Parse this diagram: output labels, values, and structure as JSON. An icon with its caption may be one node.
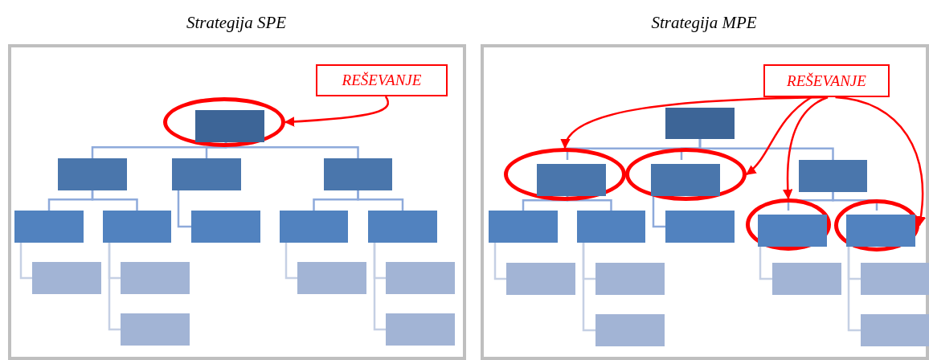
{
  "diagram": {
    "nodes": [
      {
        "text": [
          "Strategija SPE"
        ]
      },
      {
        "text": [
          "REŠEVANJE"
        ],
        "in": 0
      },
      {
        "text": [],
        "shape": "ellipse",
        "in": 0
      },
      {
        "text": [],
        "shape": "box",
        "in": 2
      },
      {
        "text": [],
        "shape": "box",
        "in": 0
      },
      {
        "text": [],
        "shape": "box",
        "in": 0
      },
      {
        "text": [],
        "shape": "box",
        "in": 0
      },
      {
        "text": [],
        "shape": "box",
        "in": 0
      },
      {
        "text": [],
        "shape": "box",
        "in": 0
      },
      {
        "text": [],
        "shape": "box",
        "in": 0
      },
      {
        "text": [],
        "shape": "box",
        "in": 0
      },
      {
        "text": [],
        "shape": "box",
        "in": 0
      },
      {
        "text": [],
        "shape": "box",
        "in": 0
      },
      {
        "text": [],
        "shape": "box",
        "in": 0
      },
      {
        "text": [],
        "shape": "box",
        "in": 0
      },
      {
        "text": [],
        "shape": "box",
        "in": 0
      },
      {
        "text": [],
        "shape": "box",
        "in": 0
      },
      {
        "text": [],
        "shape": "box",
        "in": 0
      },
      {
        "text": [
          "Strategija MPE"
        ]
      },
      {
        "text": [
          "REŠEVANJE"
        ],
        "in": 18
      },
      {
        "text": [],
        "shape": "box",
        "in": 18
      },
      {
        "text": [],
        "shape": "ellipse",
        "in": 18
      },
      {
        "text": [],
        "shape": "box",
        "in": 21
      },
      {
        "text": [],
        "shape": "ellipse",
        "in": 18
      },
      {
        "text": [],
        "shape": "box",
        "in": 23
      },
      {
        "text": [],
        "shape": "box",
        "in": 18
      },
      {
        "text": [],
        "shape": "box",
        "in": 18
      },
      {
        "text": [],
        "shape": "box",
        "in": 18
      },
      {
        "text": [],
        "shape": "box",
        "in": 18
      },
      {
        "text": [],
        "shape": "ellipse",
        "in": 18
      },
      {
        "text": [],
        "shape": "box",
        "in": 29
      },
      {
        "text": [],
        "shape": "ellipse",
        "in": 18
      },
      {
        "text": [],
        "shape": "box",
        "in": 31
      },
      {
        "text": [],
        "shape": "box",
        "in": 18
      },
      {
        "text": [],
        "shape": "box",
        "in": 18
      },
      {
        "text": [],
        "shape": "box",
        "in": 18
      },
      {
        "text": [],
        "shape": "box",
        "in": 18
      },
      {
        "text": [],
        "shape": "box",
        "in": 18
      },
      {
        "text": [],
        "shape": "box",
        "in": 18
      }
    ],
    "edges": [
      {
        "from": 3,
        "to": 4,
        "arrow": "none"
      },
      {
        "from": 3,
        "to": 5,
        "arrow": "none"
      },
      {
        "from": 3,
        "to": 6,
        "arrow": "none"
      },
      {
        "from": 4,
        "to": 7,
        "arrow": "none"
      },
      {
        "from": 4,
        "to": 8,
        "arrow": "none"
      },
      {
        "from": 5,
        "to": 9,
        "arrow": "none"
      },
      {
        "from": 6,
        "to": 10,
        "arrow": "none"
      },
      {
        "from": 6,
        "to": 11,
        "arrow": "none"
      },
      {
        "from": 7,
        "to": 12,
        "arrow": "none",
        "color": "#c5d0e4"
      },
      {
        "from": 8,
        "to": 13,
        "arrow": "none",
        "color": "#c5d0e4"
      },
      {
        "from": 8,
        "to": 14,
        "arrow": "none",
        "color": "#c5d0e4"
      },
      {
        "from": 10,
        "to": 15,
        "arrow": "none",
        "color": "#c5d0e4"
      },
      {
        "from": 11,
        "to": 16,
        "arrow": "none",
        "color": "#c5d0e4"
      },
      {
        "from": 11,
        "to": 17,
        "arrow": "none",
        "color": "#c5d0e4"
      },
      {
        "from": 1,
        "to": 2,
        "arrow": "to",
        "color": "#ff0000"
      },
      {
        "from": 20,
        "to": 22,
        "arrow": "none"
      },
      {
        "from": 20,
        "to": 24,
        "arrow": "none"
      },
      {
        "from": 20,
        "to": 25,
        "arrow": "none"
      },
      {
        "from": 22,
        "to": 26,
        "arrow": "none"
      },
      {
        "from": 22,
        "to": 27,
        "arrow": "none"
      },
      {
        "from": 24,
        "to": 28,
        "arrow": "none"
      },
      {
        "from": 25,
        "to": 30,
        "arrow": "none"
      },
      {
        "from": 25,
        "to": 32,
        "arrow": "none"
      },
      {
        "from": 26,
        "to": 33,
        "arrow": "none",
        "color": "#c5d0e4"
      },
      {
        "from": 27,
        "to": 34,
        "arrow": "none",
        "color": "#c5d0e4"
      },
      {
        "from": 27,
        "to": 35,
        "arrow": "none",
        "color": "#c5d0e4"
      },
      {
        "from": 30,
        "to": 36,
        "arrow": "none",
        "color": "#c5d0e4"
      },
      {
        "from": 32,
        "to": 37,
        "arrow": "none",
        "color": "#c5d0e4"
      },
      {
        "from": 32,
        "to": 38,
        "arrow": "none",
        "color": "#c5d0e4"
      },
      {
        "from": 19,
        "to": 21,
        "arrow": "to",
        "color": "#ff0000"
      },
      {
        "from": 19,
        "to": 23,
        "arrow": "to",
        "color": "#ff0000"
      },
      {
        "from": 19,
        "to": 29,
        "arrow": "to",
        "color": "#ff0000"
      },
      {
        "from": 19,
        "to": 31,
        "arrow": "to",
        "color": "#ff0000"
      }
    ]
  }
}
